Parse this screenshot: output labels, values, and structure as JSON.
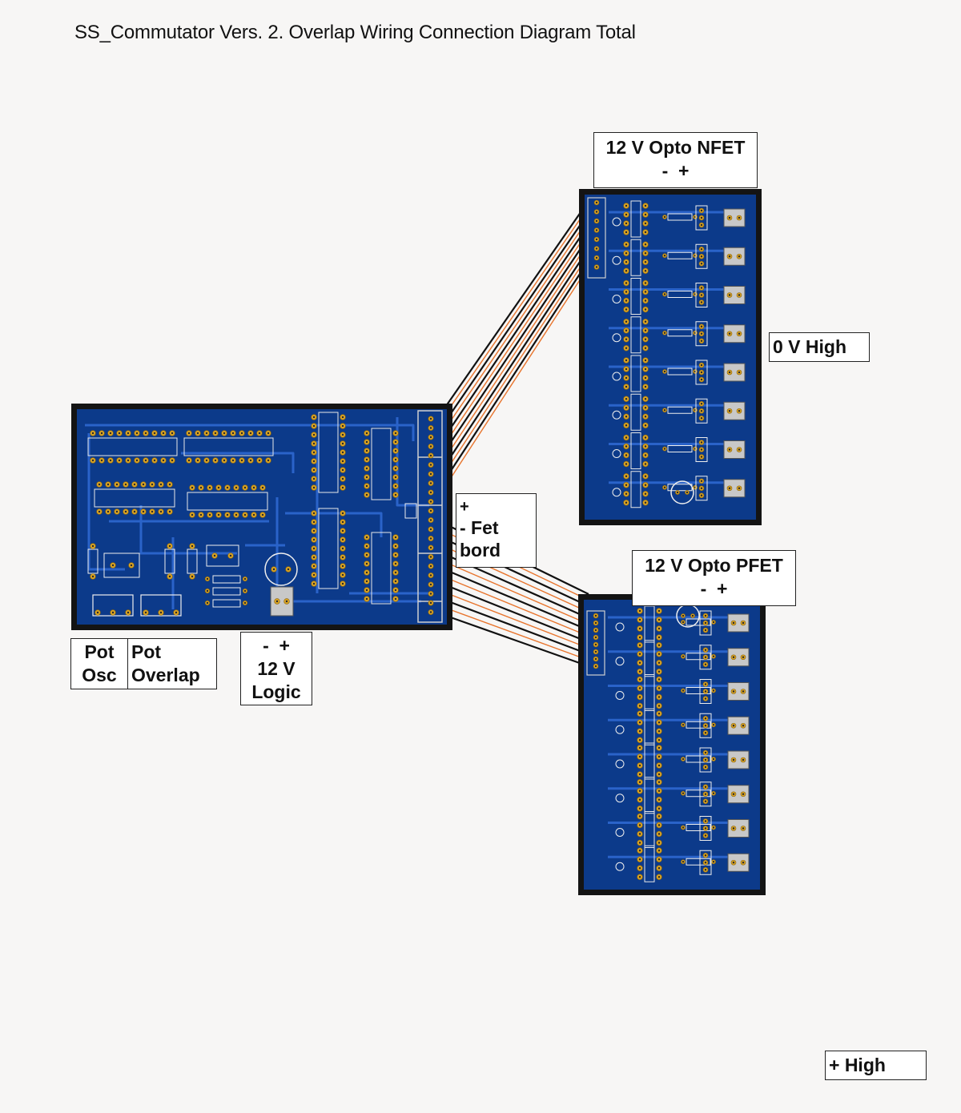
{
  "title": "SS_Commutator Vers. 2. Overlap Wiring Connection Diagram Total",
  "labels": {
    "nfet_board_line1": "12 V Opto NFET",
    "nfet_board_line2": "-  +",
    "pfet_board_line1": "12 V Opto PFET",
    "pfet_board_line2": "-  +",
    "zero_v_high": "0 V High",
    "plus_high": "+ High",
    "fet_plus": "+",
    "fet_text": "- Fet",
    "fet_bord": "bord",
    "pot_osc_line1": "Pot",
    "pot_osc_line2": "Osc",
    "pot_overlap_line1": "Pot",
    "pot_overlap_line2": "Overlap",
    "logic_line1": "-  +",
    "logic_line2": "12 V",
    "logic_line3": "Logic"
  },
  "colors": {
    "board_blue": "#0c3a8a",
    "trace_blue": "#2a63c9",
    "pad_gold": "#d9a323",
    "wire_black": "#111111",
    "wire_orange": "#e8742c",
    "background": "#f7f6f5"
  }
}
